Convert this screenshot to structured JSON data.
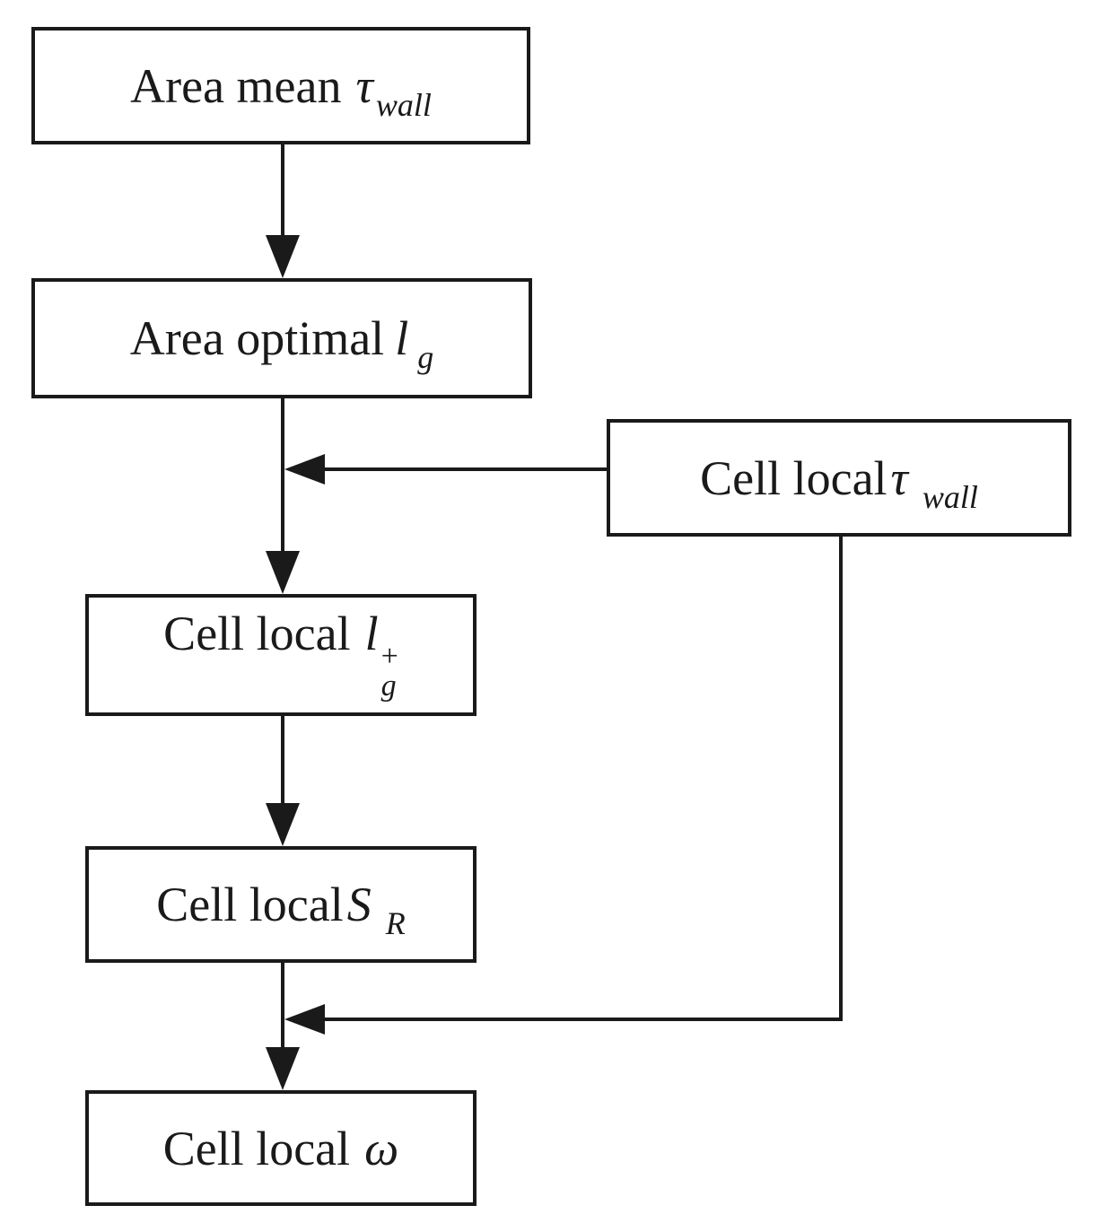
{
  "figure": {
    "type": "flowchart",
    "background_color": "#ffffff",
    "ink_color": "#1a1a1a",
    "nodes": [
      {
        "id": "area-mean-tau-wall",
        "prefix": "Area mean",
        "symbol": "τ",
        "sup": "",
        "sub": "wall"
      },
      {
        "id": "area-optimal-lg",
        "prefix": "Area optimal",
        "symbol": "l",
        "sup": "",
        "sub": "g"
      },
      {
        "id": "cell-local-tau-wall",
        "prefix": "Cell local",
        "symbol": "τ",
        "sup": "",
        "sub": "wall"
      },
      {
        "id": "cell-local-lg-plus",
        "prefix": "Cell local",
        "symbol": "l",
        "sup": "+",
        "sub": "g"
      },
      {
        "id": "cell-local-SR",
        "prefix": "Cell local",
        "symbol": "S",
        "sup": "",
        "sub": "R"
      },
      {
        "id": "cell-local-omega",
        "prefix": "Cell local",
        "symbol": "ω",
        "sup": "",
        "sub": ""
      }
    ],
    "edges": [
      {
        "from": "area-mean-tau-wall",
        "to": "area-optimal-lg"
      },
      {
        "from": "area-optimal-lg",
        "to": "cell-local-lg-plus"
      },
      {
        "from": "cell-local-tau-wall",
        "to": "junction-above-cell-local-lg-plus"
      },
      {
        "from": "cell-local-lg-plus",
        "to": "cell-local-SR"
      },
      {
        "from": "cell-local-SR",
        "to": "cell-local-omega"
      },
      {
        "from": "cell-local-tau-wall",
        "to": "junction-above-cell-local-omega"
      }
    ]
  }
}
